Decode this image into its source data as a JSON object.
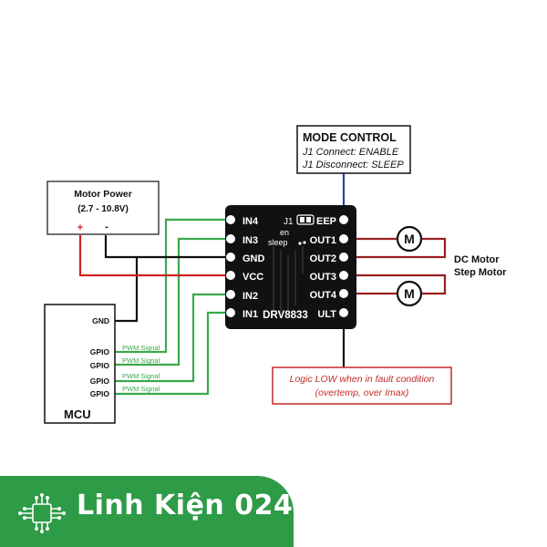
{
  "mode_control": {
    "title": "MODE CONTROL",
    "line1": "J1 Connect: ENABLE",
    "line2": "J1 Disconnect: SLEEP"
  },
  "motor_power": {
    "title": "Motor  Power",
    "range": "(2.7 - 10.8V)",
    "plus": "+",
    "minus": "-"
  },
  "board": {
    "chip": "DRV8833",
    "j1_label": "J1",
    "en_label": "en",
    "sleep_label": "sleep",
    "left_pins": [
      "IN4",
      "IN3",
      "GND",
      "VCC",
      "IN2",
      "IN1"
    ],
    "right_pins": [
      "EEP",
      "OUT1",
      "OUT2",
      "OUT3",
      "OUT4",
      "ULT"
    ]
  },
  "mcu": {
    "title": "MCU",
    "gnd": "GND",
    "gpio": [
      "GPIO",
      "GPIO",
      "GPIO",
      "GPIO"
    ]
  },
  "signals": [
    "PWM Signal",
    "PWM Signal",
    "PWM Signal",
    "PWM Signal"
  ],
  "motor_symbol": "M",
  "motor_label": {
    "line1": "DC Motor",
    "line2": "Step Motor"
  },
  "fault": {
    "line1": "Logic LOW when in fault condition",
    "line2": "(overtemp, over Imax)"
  },
  "brand": {
    "name": "Linh Kiện 024"
  },
  "colors": {
    "wire_green": "#3aa84a",
    "wire_red": "#d32020",
    "wire_blue": "#2b3fa8",
    "fault_border": "#c42a2a",
    "brand_green": "#2e9b47"
  }
}
